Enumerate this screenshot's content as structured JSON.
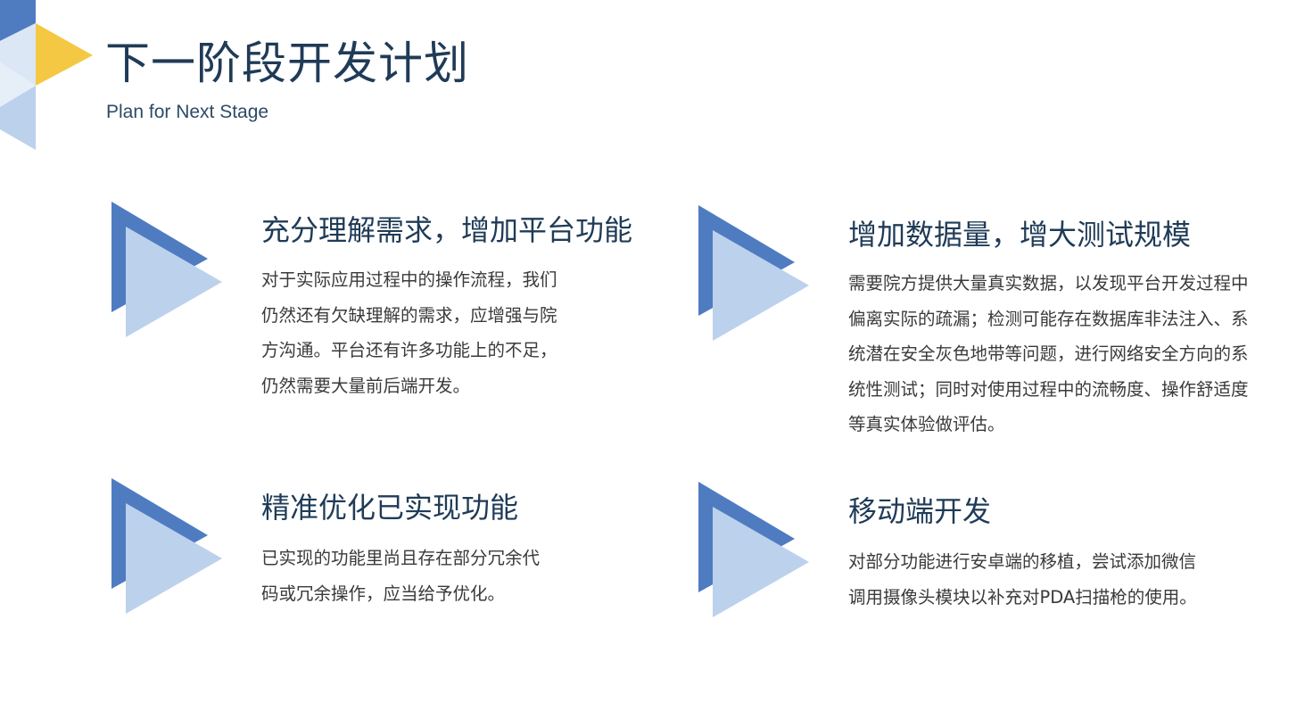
{
  "header": {
    "title": "下一阶段开发计划",
    "subtitle": "Plan for Next Stage"
  },
  "colors": {
    "accent_dark_blue": "#4f7cc1",
    "accent_light_blue": "#bcd1ec",
    "accent_pale_blue": "#dce7f5",
    "accent_yellow": "#f4c842",
    "title_text": "#1f3b57",
    "body_text": "#3a3a3a"
  },
  "items": [
    {
      "icon": "play-triangle-icon",
      "heading": "充分理解需求，增加平台功能",
      "lines": [
        "对于实际应用过程中的操作流程，我们",
        "仍然还有欠缺理解的需求，应增强与院",
        "方沟通。平台还有许多功能上的不足，",
        "仍然需要大量前后端开发。"
      ]
    },
    {
      "icon": "play-triangle-icon",
      "heading": "增加数据量，增大测试规模",
      "lines": [
        "需要院方提供大量真实数据，以发现平台开发过程中",
        "偏离实际的疏漏；检测可能存在数据库非法注入、系",
        "统潜在安全灰色地带等问题，进行网络安全方向的系",
        "统性测试；同时对使用过程中的流畅度、操作舒适度",
        "等真实体验做评估。"
      ]
    },
    {
      "icon": "play-triangle-icon",
      "heading": "精准优化已实现功能",
      "lines": [
        "已实现的功能里尚且存在部分冗余代",
        "码或冗余操作，应当给予优化。"
      ]
    },
    {
      "icon": "play-triangle-icon",
      "heading": "移动端开发",
      "lines": [
        "对部分功能进行安卓端的移植，尝试添加微信",
        "调用摄像头模块以补充对PDA扫描枪的使用。"
      ]
    }
  ]
}
